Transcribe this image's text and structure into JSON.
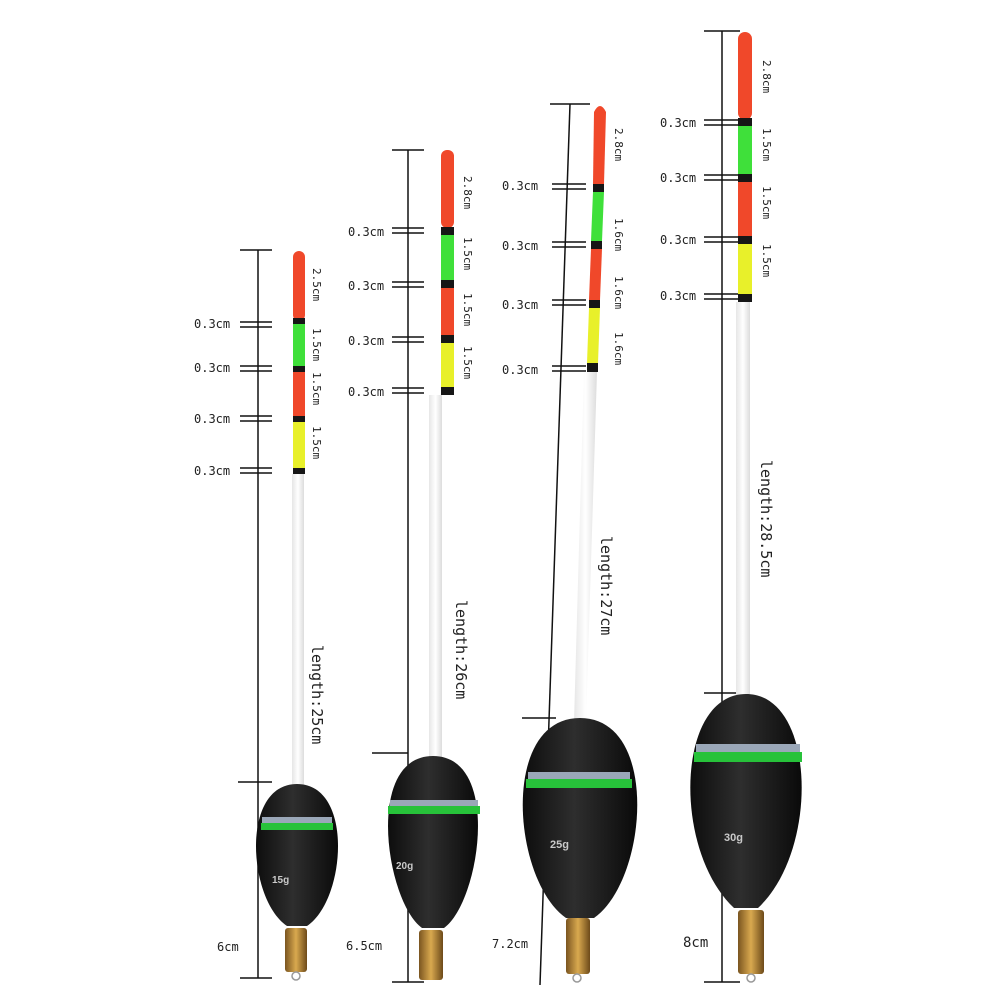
{
  "floats": [
    {
      "length": "length:25cm",
      "body": "6cm",
      "weight": "15g",
      "segments": [
        "2.5cm",
        "1.5cm",
        "1.5cm",
        "1.5cm"
      ],
      "gaps": [
        "0.3cm",
        "0.3cm",
        "0.3cm",
        "0.3cm"
      ]
    },
    {
      "length": "length:26cm",
      "body": "6.5cm",
      "weight": "20g",
      "segments": [
        "2.8cm",
        "1.5cm",
        "1.5cm",
        "1.5cm"
      ],
      "gaps": [
        "0.3cm",
        "0.3cm",
        "0.3cm",
        "0.3cm"
      ]
    },
    {
      "length": "length:27cm",
      "body": "7.2cm",
      "weight": "25g",
      "segments": [
        "2.8cm",
        "1.6cm",
        "1.6cm",
        "1.6cm"
      ],
      "gaps": [
        "0.3cm",
        "0.3cm",
        "0.3cm",
        "0.3cm"
      ]
    },
    {
      "length": "length:28.5cm",
      "body": "8cm",
      "weight": "30g",
      "segments": [
        "2.8cm",
        "1.5cm",
        "1.5cm",
        "1.5cm"
      ],
      "gaps": [
        "0.3cm",
        "0.3cm",
        "0.3cm",
        "0.3cm"
      ]
    }
  ],
  "colors": {
    "tip_red": "#f0482a",
    "green": "#3fe03a",
    "yellow": "#e8f02a",
    "band": "#161616",
    "stem": "#f4f4f4",
    "body": "#1b1b1b",
    "ring_green": "#27c23a",
    "ring_silver": "#9aa7b8",
    "brass": "#b8893a"
  }
}
